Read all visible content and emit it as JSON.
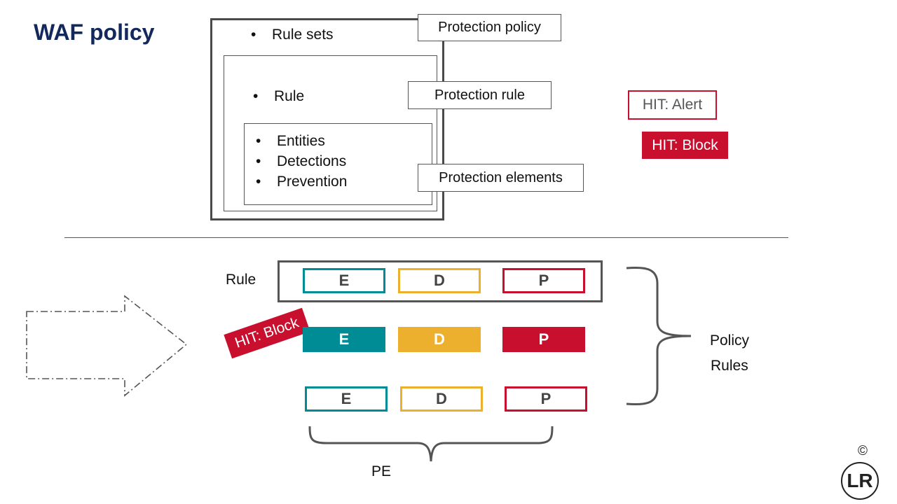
{
  "slide": {
    "title": "WAF policy"
  },
  "hierarchy": {
    "outer_bullet": "Rule sets",
    "mid_bullet": "Rule",
    "inner_bullets": [
      "Entities",
      "Detections",
      "Prevention"
    ],
    "bullet_char": "•",
    "labels": {
      "protection_policy": "Protection policy",
      "protection_rule": "Protection rule",
      "protection_elements": "Protection elements"
    }
  },
  "hits": {
    "alert": "HIT: Alert",
    "block": "HIT: Block",
    "tilted_block": "HIT: Block"
  },
  "rules": {
    "rule_label": "Rule",
    "row1": [
      "E",
      "D",
      "P"
    ],
    "row2": [
      "E",
      "D",
      "P"
    ],
    "row3": [
      "E",
      "D",
      "P"
    ],
    "policy_rules_line1": "Policy",
    "policy_rules_line2": "Rules",
    "pe_label": "PE"
  },
  "footer": {
    "copyright": "©",
    "logo_text": "LR"
  },
  "colors": {
    "title": "#13295c",
    "teal": "#008c95",
    "gold": "#ecb02e",
    "red": "#c8102e"
  }
}
